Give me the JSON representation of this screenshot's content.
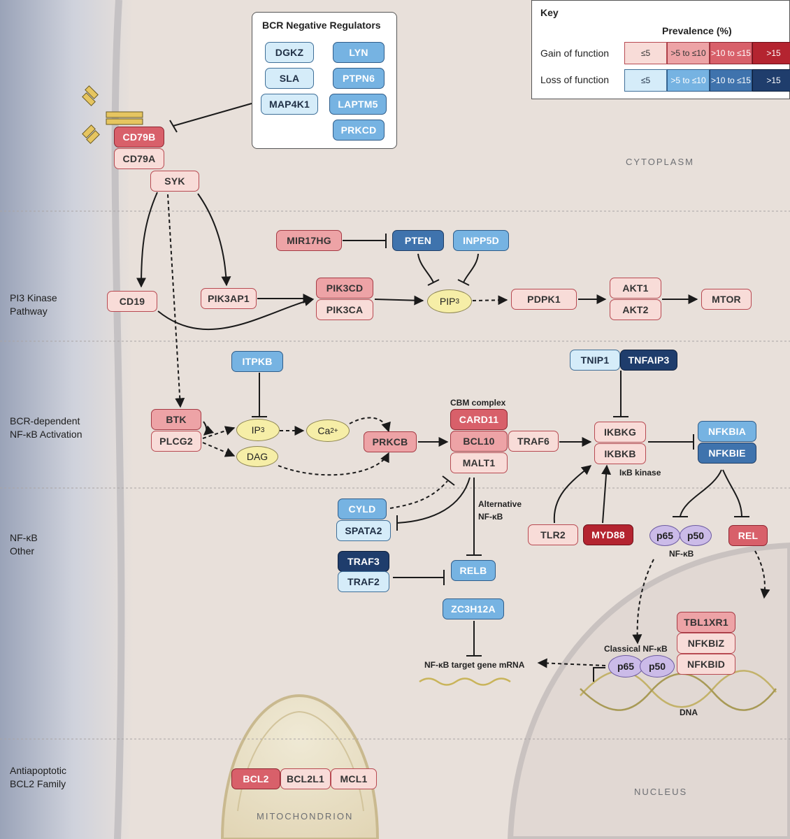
{
  "neg_regulators": {
    "title": "BCR Negative Regulators",
    "items": [
      "DGKZ",
      "SLA",
      "MAP4K1",
      "LYN",
      "PTPN6",
      "LAPTM5",
      "PRKCD"
    ]
  },
  "key": {
    "title": "Key",
    "prevalence": "Prevalence (%)",
    "gain": "Gain of function",
    "loss": "Loss of function",
    "bins": [
      "≤5",
      ">5 to ≤10",
      ">10 to ≤15",
      ">15"
    ],
    "gain_colors": [
      "#f8dcd8",
      "#eda3a6",
      "#d8606a",
      "#b42430"
    ],
    "loss_colors": [
      "#d5ecf9",
      "#76b3e2",
      "#3f73ad",
      "#1f3d6c"
    ]
  },
  "regions": {
    "cytoplasm": "CYTOPLASM",
    "nucleus": "NUCLEUS",
    "mitochondrion": "MITOCHONDRION"
  },
  "sections": {
    "pi3k": [
      "PI3 Kinase",
      "Pathway"
    ],
    "bcr_nfkb": [
      "BCR-dependent",
      "NF-κB Activation"
    ],
    "nfkb_other": [
      "NF-κB",
      "Other"
    ],
    "bcl2": [
      "Antiapoptotic",
      "BCL2 Family"
    ]
  },
  "genes": {
    "cd79b": "CD79B",
    "cd79a": "CD79A",
    "syk": "SYK",
    "cd19": "CD19",
    "pik3ap1": "PIK3AP1",
    "pik3cd": "PIK3CD",
    "pik3ca": "PIK3CA",
    "mir17hg": "MIR17HG",
    "pten": "PTEN",
    "inpp5d": "INPP5D",
    "pdpk1": "PDPK1",
    "akt1": "AKT1",
    "akt2": "AKT2",
    "mtor": "MTOR",
    "btk": "BTK",
    "plcg2": "PLCG2",
    "itpkb": "ITPKB",
    "prkcb": "PRKCB",
    "card11": "CARD11",
    "bcl10": "BCL10",
    "malt1": "MALT1",
    "traf6": "TRAF6",
    "tnip1": "TNIP1",
    "tnfaip3": "TNFAIP3",
    "ikbkg": "IKBKG",
    "ikbkb": "IKBKB",
    "nfkbia": "NFKBIA",
    "nfkbie": "NFKBIE",
    "cyld": "CYLD",
    "spata2": "SPATA2",
    "traf3": "TRAF3",
    "traf2": "TRAF2",
    "relb": "RELB",
    "tlr2": "TLR2",
    "myd88": "MYD88",
    "rel": "REL",
    "zc3h12a": "ZC3H12A",
    "tbl1xr1": "TBL1XR1",
    "nfkbiz": "NFKBIZ",
    "nfkbid": "NFKBID",
    "bcl2": "BCL2",
    "bcl2l1": "BCL2L1",
    "mcl1": "MCL1"
  },
  "molecules": {
    "pip3": "PIP",
    "pip3_sub": "3",
    "ip3": "IP",
    "ip3_sub": "3",
    "ca": "Ca",
    "ca_sup": "2+",
    "dag": "DAG",
    "p65": "p65",
    "p50": "p50"
  },
  "labels": {
    "cbm": "CBM complex",
    "ikb_kinase": "IκB kinase",
    "alt_nfkb": [
      "Alternative",
      "NF-κB"
    ],
    "nfkb": "NF-κB",
    "classical_nfkb": "Classical NF-κB",
    "target_mrna": "NF-κB target gene mRNA",
    "dna": "DNA"
  }
}
